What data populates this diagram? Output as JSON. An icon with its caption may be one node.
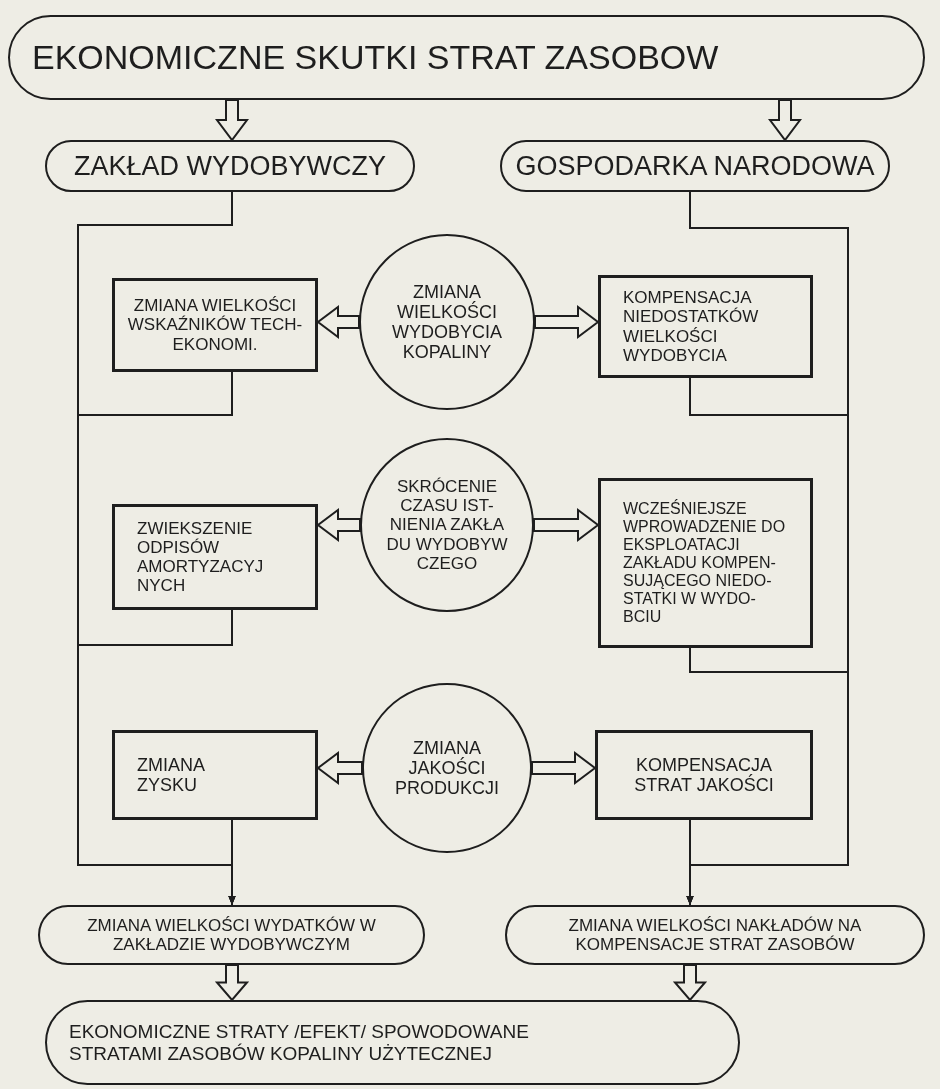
{
  "diagram": {
    "nodes": [
      {
        "text": [
          "EKONOMICZNE SKUTKI STRAT ZASOBOW"
        ]
      },
      {
        "text": [
          "ZAKŁAD WYDOBYWCZY"
        ]
      },
      {
        "text": [
          "GOSPODARKA NARODOWA"
        ]
      },
      {
        "text": [
          "ZMIANA WIELKOŚCI WSKAŹNIKÓW TECH-EKONOMI."
        ]
      },
      {
        "text": [
          "ZMIANA WIELKOŚCI WYDOBYCIA KOPALINY"
        ]
      },
      {
        "text": [
          "KOMPENSACJA NIEDOSTATKÓW WIELKOŚCI WYDOBYCIA"
        ]
      },
      {
        "text": [
          "ZWIEKSZENIE ODPISÓW AMORTYZACYJ NYCH"
        ]
      },
      {
        "text": [
          "SKRÓCENIE CZASU IST- NIENIA ZAKŁA DU WYDOBYW CZEGO"
        ]
      },
      {
        "text": [
          "WCZEŚNIEJSZE WPROWADZENIE DO EKSPLOATACJI ZAKŁADU KOMPEN- SUJĄCEGO NIEDO- STATKI W WYDO- BCIU"
        ]
      },
      {
        "text": [
          "ZMIANA ZYSKU"
        ]
      },
      {
        "text": [
          "ZMIANA JAKOŚCI PRODUKCJI"
        ]
      },
      {
        "text": [
          "KOMPENSACJA STRAT JAKOŚCI"
        ]
      },
      {
        "text": [
          "ZMIANA WIELKOŚCI WYDATKÓW W ZAKŁADZIE WYDOBYWCZYM"
        ]
      },
      {
        "text": [
          "ZMIANA WIELKOŚCI NAKŁADÓW NA KOMPENSACJE STRAT ZASOBÓW"
        ]
      },
      {
        "text": [
          "EKONOMICZNE STRATY /EFEKT/ SPOWODOWANE STRATAMI ZASOBÓW KOPALINY UŻYTECZNEJ"
        ]
      }
    ],
    "edges": [
      {
        "from": 0,
        "to": 1,
        "arrow": "to"
      },
      {
        "from": 0,
        "to": 2,
        "arrow": "to"
      },
      {
        "from": 4,
        "to": 3,
        "arrow": "to"
      },
      {
        "from": 4,
        "to": 5,
        "arrow": "to"
      },
      {
        "from": 7,
        "to": 6,
        "arrow": "to"
      },
      {
        "from": 7,
        "to": 8,
        "arrow": "to"
      },
      {
        "from": 10,
        "to": 9,
        "arrow": "to"
      },
      {
        "from": 10,
        "to": 11,
        "arrow": "to"
      },
      {
        "from": 1,
        "to": 12,
        "arrow": "to"
      },
      {
        "from": 3,
        "to": 12,
        "arrow": "to"
      },
      {
        "from": 6,
        "to": 12,
        "arrow": "to"
      },
      {
        "from": 9,
        "to": 12,
        "arrow": "to"
      },
      {
        "from": 2,
        "to": 13,
        "arrow": "to"
      },
      {
        "from": 5,
        "to": 13,
        "arrow": "to"
      },
      {
        "from": 8,
        "to": 13,
        "arrow": "to"
      },
      {
        "from": 11,
        "to": 13,
        "arrow": "to"
      },
      {
        "from": 12,
        "to": 14,
        "arrow": "to"
      },
      {
        "from": 13,
        "to": 14,
        "arrow": "to"
      }
    ]
  }
}
